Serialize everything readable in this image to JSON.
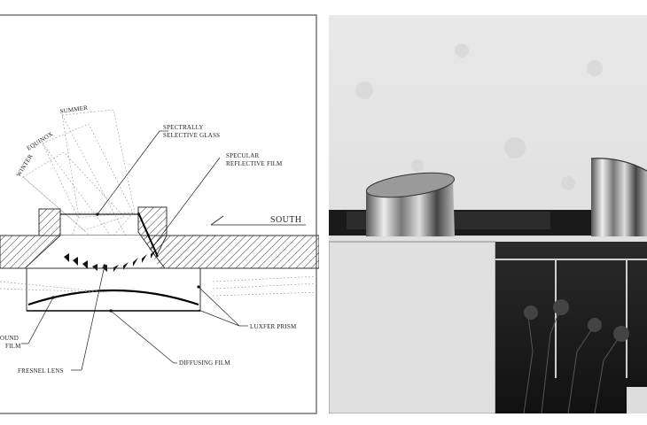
{
  "diagram": {
    "season_labels": {
      "summer": "SUMMER",
      "equinox": "EQUINOX",
      "winter": "WINTER"
    },
    "labels": {
      "spectrally_selective_glass_line1": "SPECTRALLY",
      "spectrally_selective_glass_line2": "SELECTIVE GLASS",
      "specular_reflective_film_line1": "SPECULAR",
      "specular_reflective_film_line2": "REFLECTIVE FILM",
      "south": "SOUTH",
      "luxfer_prism": "LUXFER PRISM",
      "ound": "OUND",
      "film": "FILM",
      "fresnel_lens": "FRESNEL LENS",
      "diffusing_film": "DIFFUSING FILM"
    }
  },
  "photo": {
    "description_icons": [
      "light-scoop-left",
      "light-scoop-right"
    ]
  }
}
